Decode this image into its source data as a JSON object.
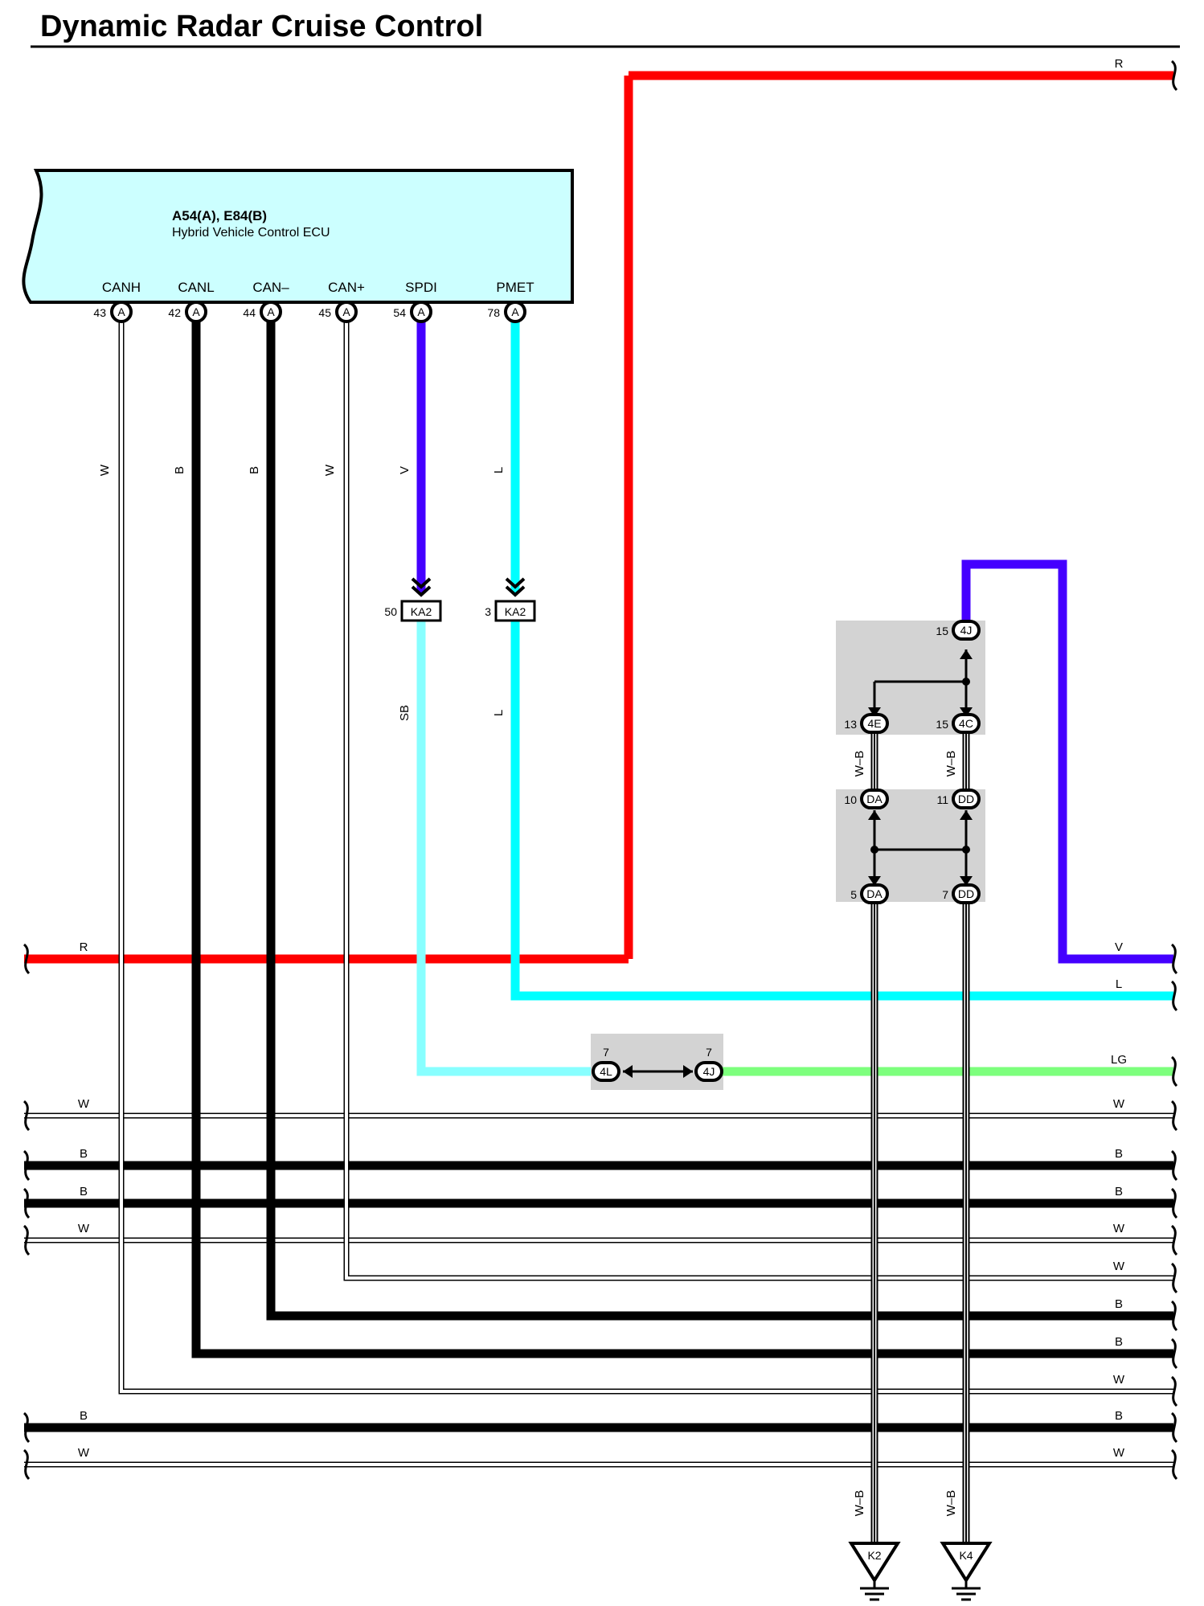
{
  "title": "Dynamic Radar Cruise Control",
  "ecu": {
    "code": "A54(A), E84(B)",
    "name": "Hybrid Vehicle Control ECU",
    "pins": [
      {
        "signal": "CANH",
        "pin": "43",
        "connector": "A",
        "wire": "W"
      },
      {
        "signal": "CANL",
        "pin": "42",
        "connector": "A",
        "wire": "B"
      },
      {
        "signal": "CAN–",
        "pin": "44",
        "connector": "A",
        "wire": "B"
      },
      {
        "signal": "CAN+",
        "pin": "45",
        "connector": "A",
        "wire": "W"
      },
      {
        "signal": "SPDI",
        "pin": "54",
        "connector": "A",
        "wire": "V"
      },
      {
        "signal": "PMET",
        "pin": "78",
        "connector": "A",
        "wire": "L"
      }
    ]
  },
  "inline_connectors": [
    {
      "pin": "50",
      "id": "KA2",
      "wire_below": "SB"
    },
    {
      "pin": "3",
      "id": "KA2",
      "wire_below": "L"
    }
  ],
  "junction_connectors": {
    "top": {
      "pin": "15",
      "id": "4J"
    },
    "left_mid": {
      "pin": "13",
      "id": "4E"
    },
    "right_mid": {
      "pin": "15",
      "id": "4C"
    },
    "mid_wire_left": "W–B",
    "mid_wire_right": "W–B",
    "left_upper": {
      "pin": "10",
      "id": "DA"
    },
    "right_upper": {
      "pin": "11",
      "id": "DD"
    },
    "left_lower": {
      "pin": "5",
      "id": "DA"
    },
    "right_lower": {
      "pin": "7",
      "id": "DD"
    },
    "link_left": {
      "pin": "7",
      "id": "4L"
    },
    "link_right": {
      "pin": "7",
      "id": "4J"
    }
  },
  "continuation_wires": {
    "top_red": "R",
    "red_left": "R",
    "violet_right": "V",
    "blue_right": "L",
    "green_right": "LG",
    "left": [
      "W",
      "B",
      "B",
      "W",
      "B",
      "W"
    ],
    "right": [
      "W",
      "B",
      "B",
      "W",
      "W",
      "B",
      "B",
      "W",
      "B",
      "W"
    ]
  },
  "grounds": [
    {
      "id": "K2",
      "wire": "W–B"
    },
    {
      "id": "K4",
      "wire": "W–B"
    }
  ],
  "colors": {
    "R": "#ff0000",
    "V": "#4400ff",
    "L": "#00ffff",
    "SB": "#88ffff",
    "LG": "#7dff7d",
    "B": "#000000",
    "W": "#ffffff",
    "ecu_fill": "#ccffff",
    "junction_fill": "#d3d3d3"
  }
}
